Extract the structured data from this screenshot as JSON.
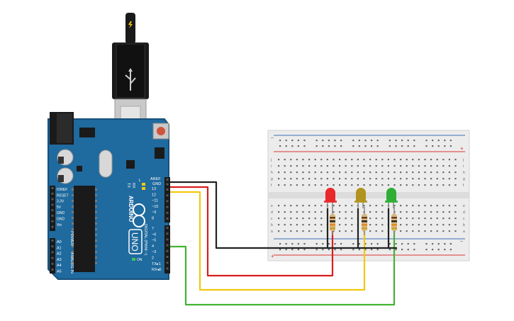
{
  "arduino": {
    "brand": "ARDUINO",
    "model": "UNO",
    "on_label": "ON",
    "tx_label": "TX",
    "rx_label": "RX",
    "l_label": "L",
    "aref": "AREF",
    "gnd": "GND",
    "power_title": "POWER",
    "analog_title": "ANALOG IN",
    "digital_title": "DIGITAL (PWM ~)",
    "power_pins": [
      "IOREF",
      "RESET",
      "3.3V",
      "5V",
      "GND",
      "GND",
      "Vin"
    ],
    "analog_pins": [
      "A0",
      "A1",
      "A2",
      "A3",
      "A4",
      "A5"
    ],
    "digital_top": [
      "13",
      "12",
      "~11",
      "~10",
      "~9",
      "8"
    ],
    "digital_bottom": [
      "7",
      "~6",
      "~5",
      "4",
      "~3",
      "2",
      "TX▸1",
      "RX◂0"
    ]
  },
  "breadboard": {
    "row_letters_top": [
      "j",
      "i",
      "h",
      "g",
      "f"
    ],
    "row_letters_bottom": [
      "e",
      "d",
      "c",
      "b",
      "a"
    ],
    "rail_minus": "–",
    "rail_plus": "+"
  },
  "leds": [
    {
      "color_name": "red",
      "color": "#e8282b"
    },
    {
      "color_name": "yellow",
      "color": "#b0941f"
    },
    {
      "color_name": "green",
      "color": "#2fae36"
    }
  ],
  "wires": [
    {
      "name": "gnd",
      "color": "#222222"
    },
    {
      "name": "pin13",
      "color": "#d81f1f"
    },
    {
      "name": "pin12",
      "color": "#f2c80f"
    },
    {
      "name": "pin4",
      "color": "#44b234"
    }
  ],
  "colors": {
    "board": "#1f6a9e",
    "board_dark": "#17507a",
    "breadboard": "#ececec",
    "rail_red": "#d33",
    "rail_blue": "#3a6fb7"
  }
}
